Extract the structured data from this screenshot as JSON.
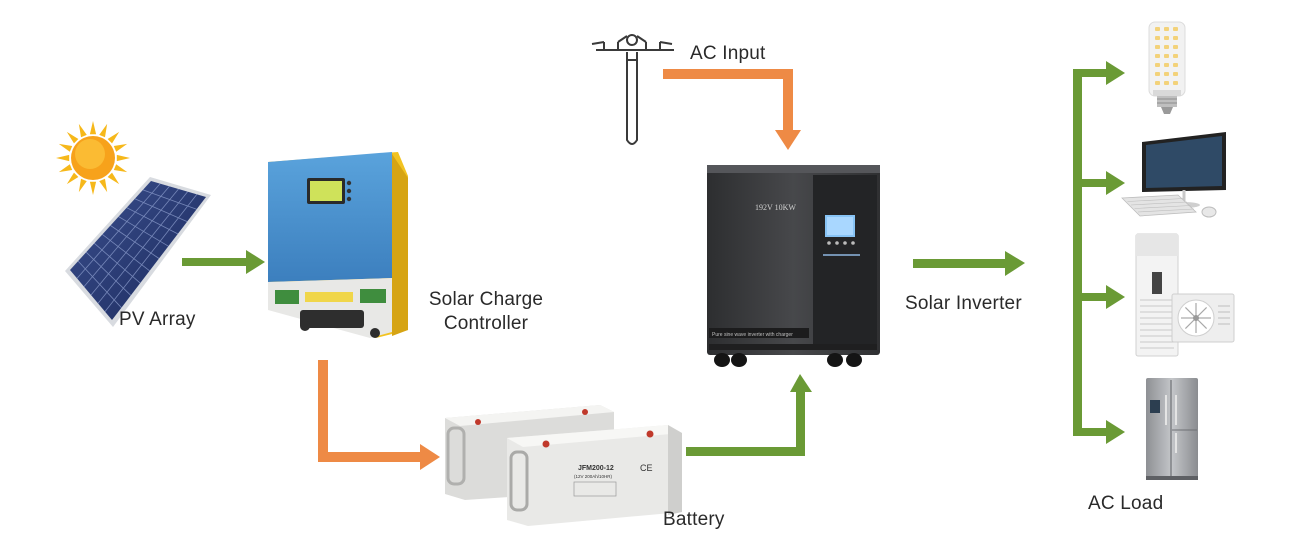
{
  "colors": {
    "green_arrow": "#6a9a35",
    "orange_arrow": "#ee8a45",
    "controller_blue": "#4a8fcb",
    "controller_yellow": "#f2c321",
    "inverter_body": "#3b3c3e",
    "battery_body": "#e9e9e7",
    "sun": "#f6b81a"
  },
  "labels": {
    "pv_array": "PV Array",
    "controller_line1": "Solar Charge",
    "controller_line2": "Controller",
    "ac_input": "AC Input",
    "inverter": "Solar Inverter",
    "battery": "Battery",
    "ac_load": "AC Load"
  },
  "device_text": {
    "inverter_brand": "192V 10KW",
    "inverter_strip": "Pure sine wave inverter with charger",
    "battery_model": "JFM200-12",
    "battery_spec": "(12V 200Ah/10HR)"
  },
  "icons": {
    "sun": "sun-icon",
    "panel": "solar-panel-icon",
    "pole": "utility-pole-icon",
    "bulb": "led-bulb-icon",
    "monitor": "desktop-computer-icon",
    "ac": "air-conditioner-icon",
    "fridge": "refrigerator-icon"
  }
}
